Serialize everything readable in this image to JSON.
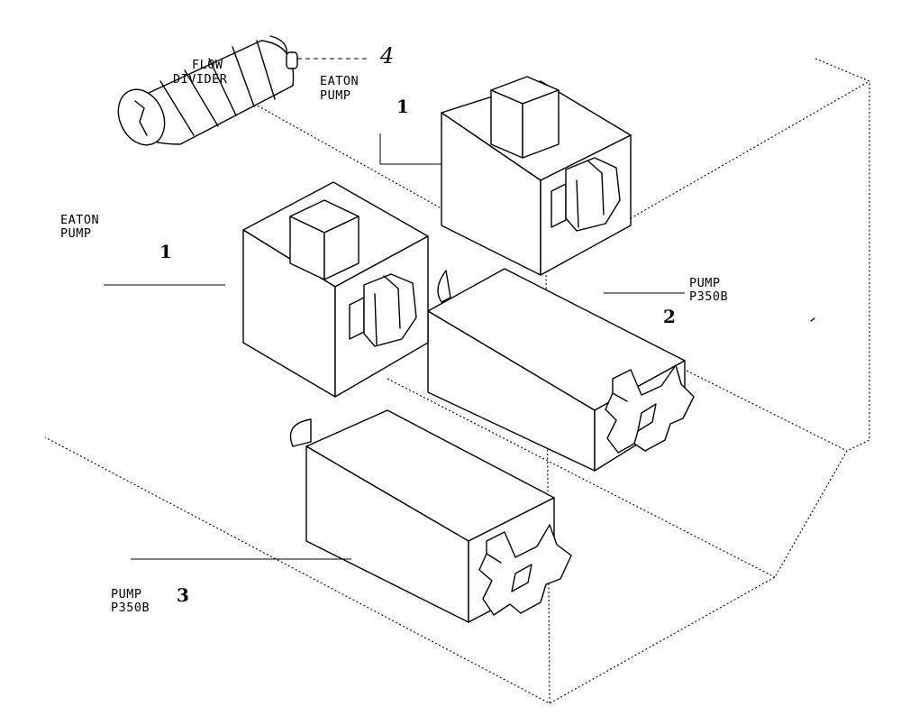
{
  "labels": {
    "flow_divider_line1": "FLOW",
    "flow_divider_line2": "DIVIDER",
    "callout_4": "4",
    "eaton_pump_top_line1": "EATON",
    "eaton_pump_top_line2": "PUMP",
    "callout_1_top": "1",
    "eaton_pump_left_line1": "EATON",
    "eaton_pump_left_line2": "PUMP",
    "callout_1_left": "1",
    "pump_right_line1": "PUMP",
    "pump_right_line2": "P350B",
    "callout_2": "2",
    "pump_bottom_line1": "PUMP",
    "pump_bottom_line2": "P350B",
    "callout_3": "3"
  }
}
